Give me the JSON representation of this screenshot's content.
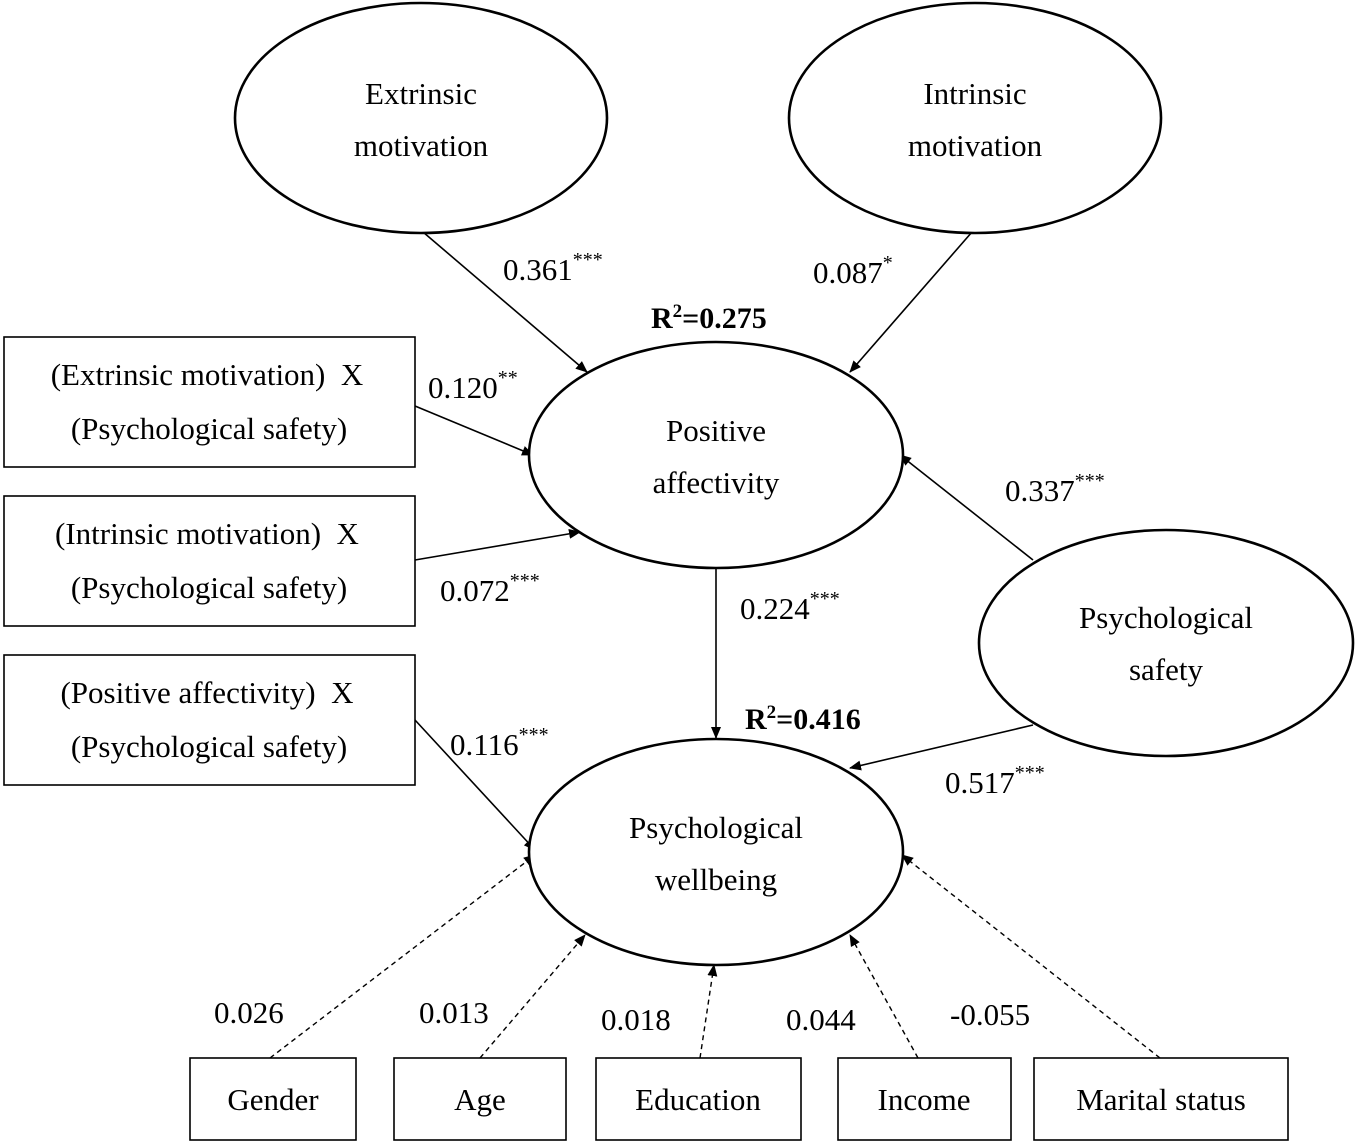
{
  "nodes": {
    "extrinsic": [
      "Extrinsic",
      "motivation"
    ],
    "intrinsic": [
      "Intrinsic",
      "motivation"
    ],
    "positive": [
      "Positive",
      "affectivity"
    ],
    "safety": [
      "Psychological",
      "safety"
    ],
    "wellbeing": [
      "Psychological",
      "wellbeing"
    ]
  },
  "interactions": {
    "em_ps": [
      "(Extrinsic motivation)  X",
      "(Psychological safety)"
    ],
    "im_ps": [
      "(Intrinsic motivation)  X",
      "(Psychological safety)"
    ],
    "pa_ps": [
      "(Positive affectivity)  X",
      "(Psychological safety)"
    ]
  },
  "controls": {
    "gender": "Gender",
    "age": "Age",
    "education": "Education",
    "income": "Income",
    "marital": "Marital status"
  },
  "r2": {
    "positive": {
      "base": "R",
      "sup": "2",
      "value": "=0.275"
    },
    "wellbeing": {
      "base": "R",
      "sup": "2",
      "value": "=0.416"
    }
  },
  "paths": {
    "em_pa": {
      "value": "0.361",
      "sig": "***"
    },
    "im_pa": {
      "value": "0.087",
      "sig": "*"
    },
    "emps_pa": {
      "value": "0.120",
      "sig": "**"
    },
    "imps_pa": {
      "value": "0.072",
      "sig": "***"
    },
    "ps_pa": {
      "value": "0.337",
      "sig": "***"
    },
    "pa_pw": {
      "value": "0.224",
      "sig": "***"
    },
    "paps_pw": {
      "value": "0.116",
      "sig": "***"
    },
    "ps_pw": {
      "value": "0.517",
      "sig": "***"
    },
    "gender_pw": {
      "value": "0.026"
    },
    "age_pw": {
      "value": "0.013"
    },
    "edu_pw": {
      "value": "0.018"
    },
    "income_pw": {
      "value": "0.044"
    },
    "marital_pw": {
      "value": "-0.055"
    }
  }
}
